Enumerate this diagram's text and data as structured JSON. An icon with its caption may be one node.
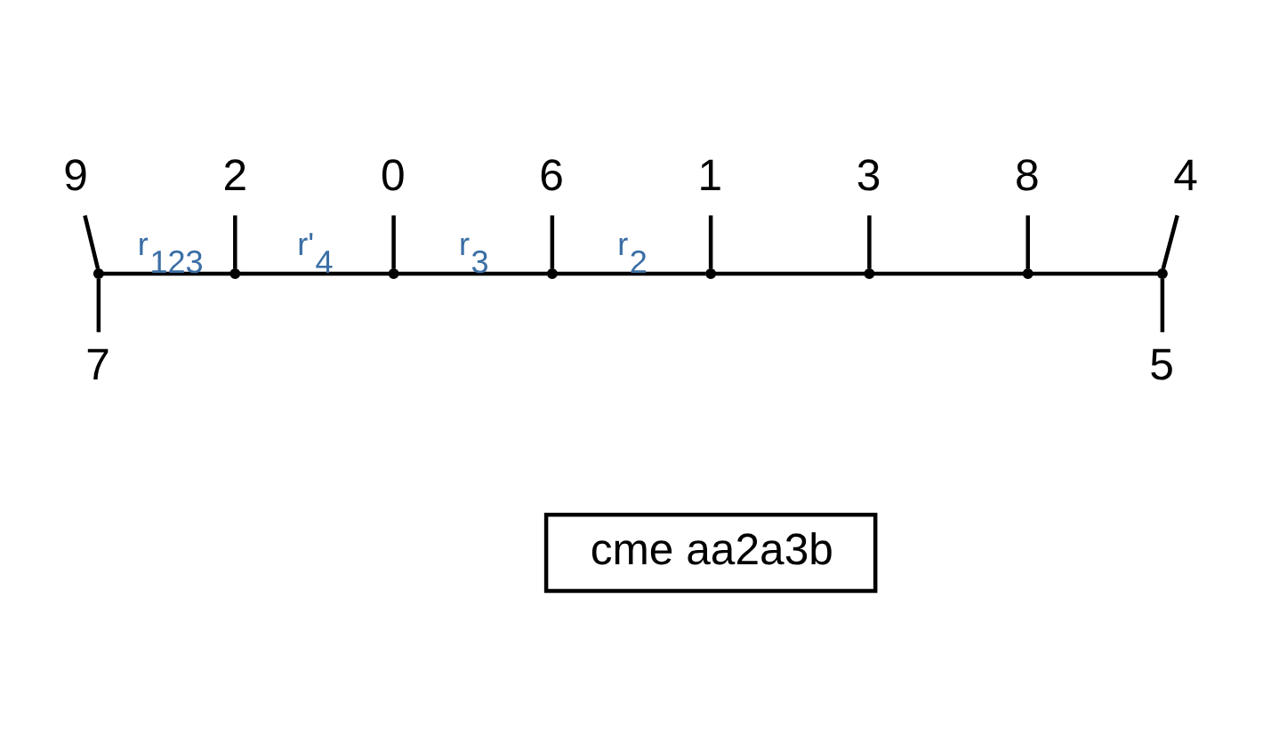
{
  "diagram": {
    "nodes": [
      {
        "text": [
          "9"
        ]
      },
      {
        "text": [
          "7"
        ]
      },
      {
        "text": [
          "2"
        ]
      },
      {
        "text": [
          "0"
        ]
      },
      {
        "text": [
          "6"
        ]
      },
      {
        "text": [
          "1"
        ]
      },
      {
        "text": [
          "3"
        ]
      },
      {
        "text": [
          "8"
        ]
      },
      {
        "text": [
          "4"
        ]
      },
      {
        "text": [
          "5"
        ]
      },
      {
        "text": [],
        "shape": "dot"
      },
      {
        "text": [],
        "shape": "dot"
      },
      {
        "text": [],
        "shape": "dot"
      },
      {
        "text": [],
        "shape": "dot"
      },
      {
        "text": [],
        "shape": "dot"
      },
      {
        "text": [],
        "shape": "dot"
      },
      {
        "text": [],
        "shape": "dot"
      },
      {
        "text": [],
        "shape": "dot"
      },
      {
        "text": [
          "cme aa2a3b"
        ]
      }
    ],
    "edges": [
      {
        "from": 0,
        "to": 10,
        "arrow": "none"
      },
      {
        "from": 1,
        "to": 10,
        "arrow": "none"
      },
      {
        "from": 10,
        "to": 11,
        "arrow": "none",
        "label": "r$_{123}$"
      },
      {
        "from": 2,
        "to": 11,
        "arrow": "none"
      },
      {
        "from": 11,
        "to": 12,
        "arrow": "none",
        "label": "r'$_{4}$"
      },
      {
        "from": 3,
        "to": 12,
        "arrow": "none"
      },
      {
        "from": 12,
        "to": 13,
        "arrow": "none",
        "label": "r$_{3}$"
      },
      {
        "from": 4,
        "to": 13,
        "arrow": "none"
      },
      {
        "from": 13,
        "to": 14,
        "arrow": "none",
        "label": "r$_{2}$"
      },
      {
        "from": 5,
        "to": 14,
        "arrow": "none"
      },
      {
        "from": 14,
        "to": 15,
        "arrow": "none"
      },
      {
        "from": 6,
        "to": 15,
        "arrow": "none"
      },
      {
        "from": 15,
        "to": 16,
        "arrow": "none"
      },
      {
        "from": 7,
        "to": 16,
        "arrow": "none"
      },
      {
        "from": 16,
        "to": 17,
        "arrow": "none"
      },
      {
        "from": 8,
        "to": 17,
        "arrow": "none"
      },
      {
        "from": 9,
        "to": 17,
        "arrow": "none"
      }
    ]
  }
}
